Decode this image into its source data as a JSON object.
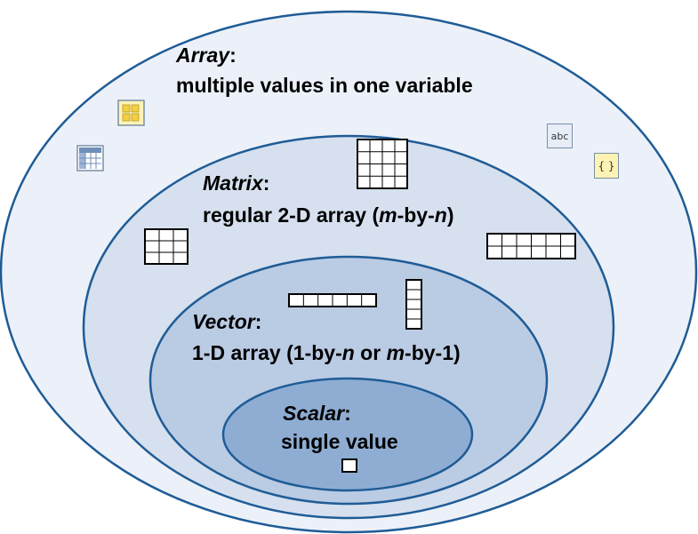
{
  "colors": {
    "array_fill": "#ecf1f9",
    "matrix_fill": "#d6e0ee",
    "vector_fill": "#bacbe4",
    "scalar_fill": "#8fadd3",
    "outline": "#1f5c96",
    "icon_fill": "#fdf3b5",
    "icon_border": "#7a8fa6"
  },
  "array": {
    "term": "Array",
    "colon": ":",
    "description": "multiple values in one variable"
  },
  "matrix": {
    "term": "Matrix",
    "colon": ":",
    "desc_prefix": "regular 2-D array (",
    "desc_m": "m",
    "desc_by": "-by-",
    "desc_n": "n",
    "desc_suffix": ")"
  },
  "vector": {
    "term": "Vector",
    "colon": ":",
    "desc_prefix": "1-D array (1-by-",
    "desc_n": "n",
    "desc_or": " or ",
    "desc_m": "m",
    "desc_suffix": "-by-1)"
  },
  "scalar": {
    "term": "Scalar",
    "colon": ":",
    "description": "single value"
  },
  "icons": {
    "char_icon_text": "abc",
    "cell_icon_text": "{ }"
  },
  "grids": {
    "matrix_square": {
      "rows": 4,
      "cols": 4
    },
    "matrix_wide": {
      "rows": 3,
      "cols": 3
    },
    "matrix_row": {
      "rows": 2,
      "cols": 6
    },
    "vector_row": {
      "rows": 1,
      "cols": 6
    },
    "vector_col": {
      "rows": 5,
      "cols": 1
    },
    "scalar_cell": {
      "rows": 1,
      "cols": 1
    }
  }
}
